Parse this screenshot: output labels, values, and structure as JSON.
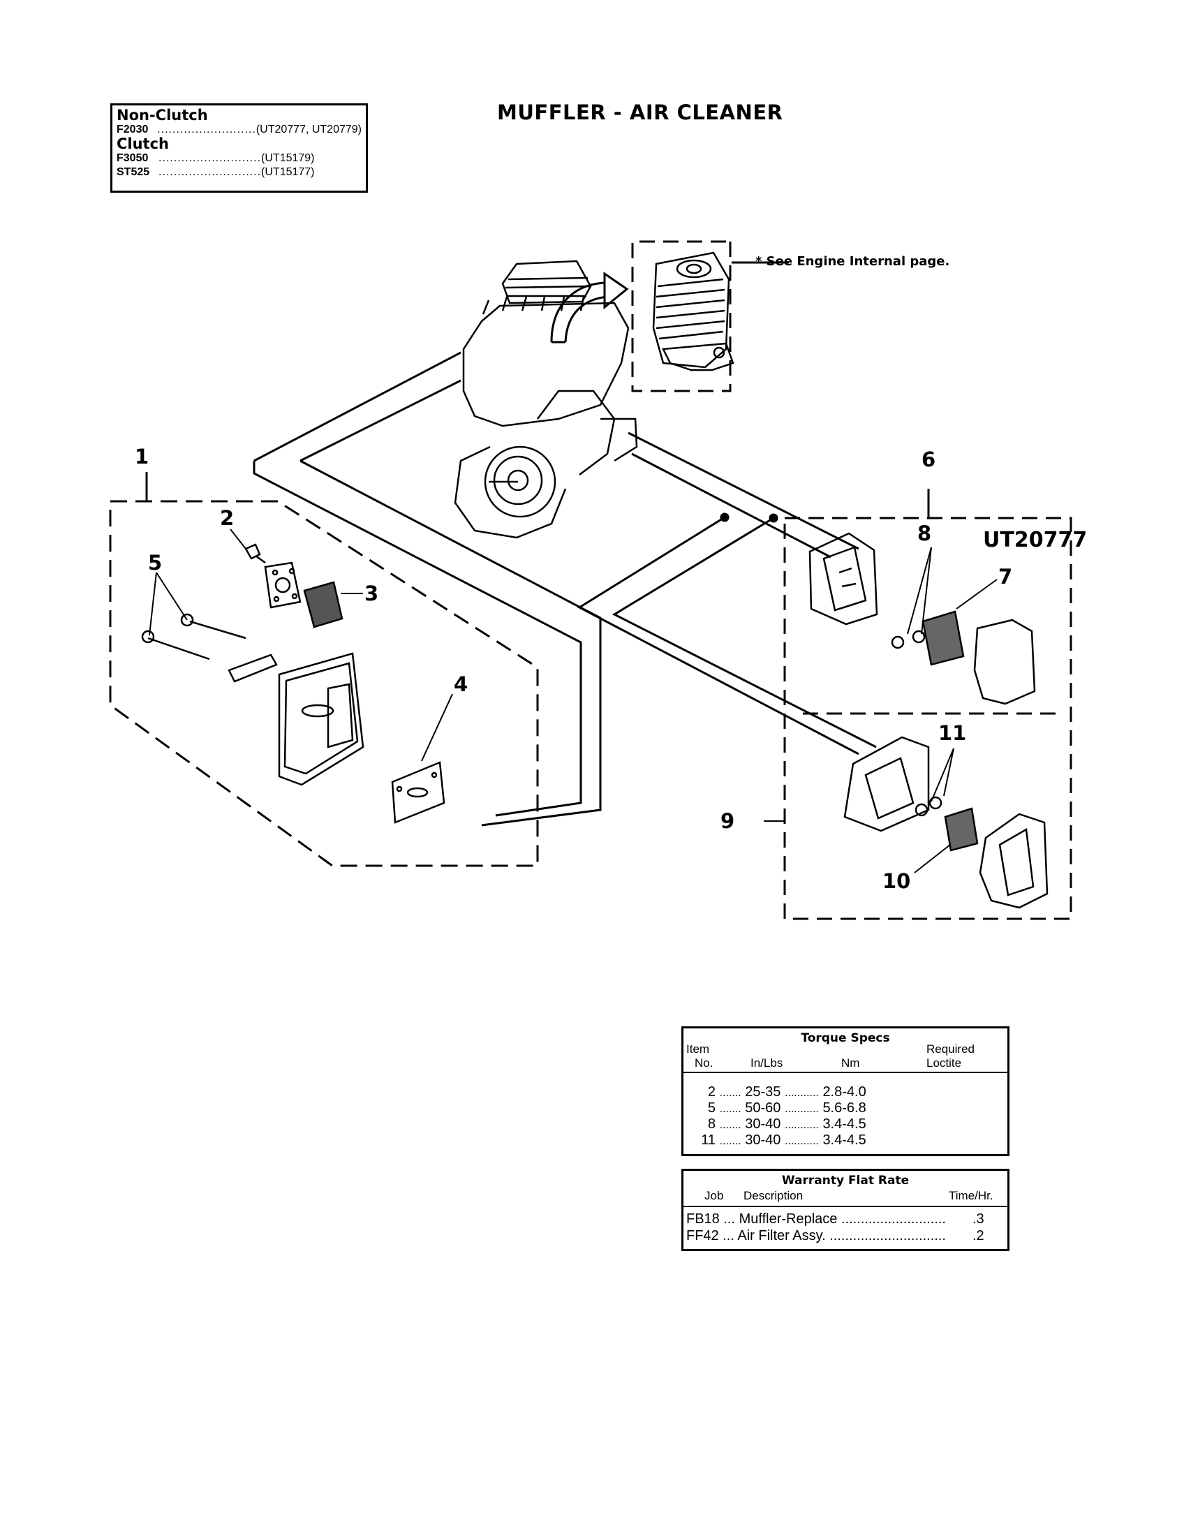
{
  "page_title": "MUFFLER - AIR CLEANER",
  "model_box": {
    "groups": [
      {
        "heading": "Non-Clutch",
        "rows": [
          {
            "model": "F2030",
            "dots": "..........................",
            "codes": "(UT20777, UT20779)"
          }
        ]
      },
      {
        "heading": "Clutch",
        "rows": [
          {
            "model": "F3050",
            "dots": "...........................",
            "codes": "(UT15179)"
          },
          {
            "model": "ST525",
            "dots": "...........................",
            "codes": "(UT15177)"
          }
        ]
      }
    ]
  },
  "engine_note": "* See Engine Internal page.",
  "assembly_code": "UT20777",
  "callouts": [
    "1",
    "2",
    "3",
    "4",
    "5",
    "6",
    "7",
    "8",
    "9",
    "10",
    "11"
  ],
  "torque_specs": {
    "title": "Torque Specs",
    "headers": {
      "item_line1": "Item",
      "item_line2": "No.",
      "inlbs": "In/Lbs",
      "nm": "Nm",
      "loctite_line1": "Required",
      "loctite_line2": "Loctite"
    },
    "rows": [
      {
        "item": "2",
        "dots1": ".......",
        "inlbs": "25-35",
        "dots2": "...........",
        "nm": "2.8-4.0"
      },
      {
        "item": "5",
        "dots1": ".......",
        "inlbs": "50-60",
        "dots2": "...........",
        "nm": "5.6-6.8"
      },
      {
        "item": "8",
        "dots1": ".......",
        "inlbs": "30-40",
        "dots2": "...........",
        "nm": "3.4-4.5"
      },
      {
        "item": "11",
        "dots1": ".......",
        "inlbs": "30-40",
        "dots2": "...........",
        "nm": "3.4-4.5"
      }
    ]
  },
  "warranty": {
    "title": "Warranty Flat Rate",
    "headers": {
      "job": "Job",
      "description": "Description",
      "time": "Time/Hr."
    },
    "rows": [
      {
        "job": "FB18",
        "description": "... Muffler-Replace ...........................",
        "time": ".3"
      },
      {
        "job": "FF42",
        "description": "... Air Filter Assy. ..............................",
        "time": ".2"
      }
    ]
  }
}
